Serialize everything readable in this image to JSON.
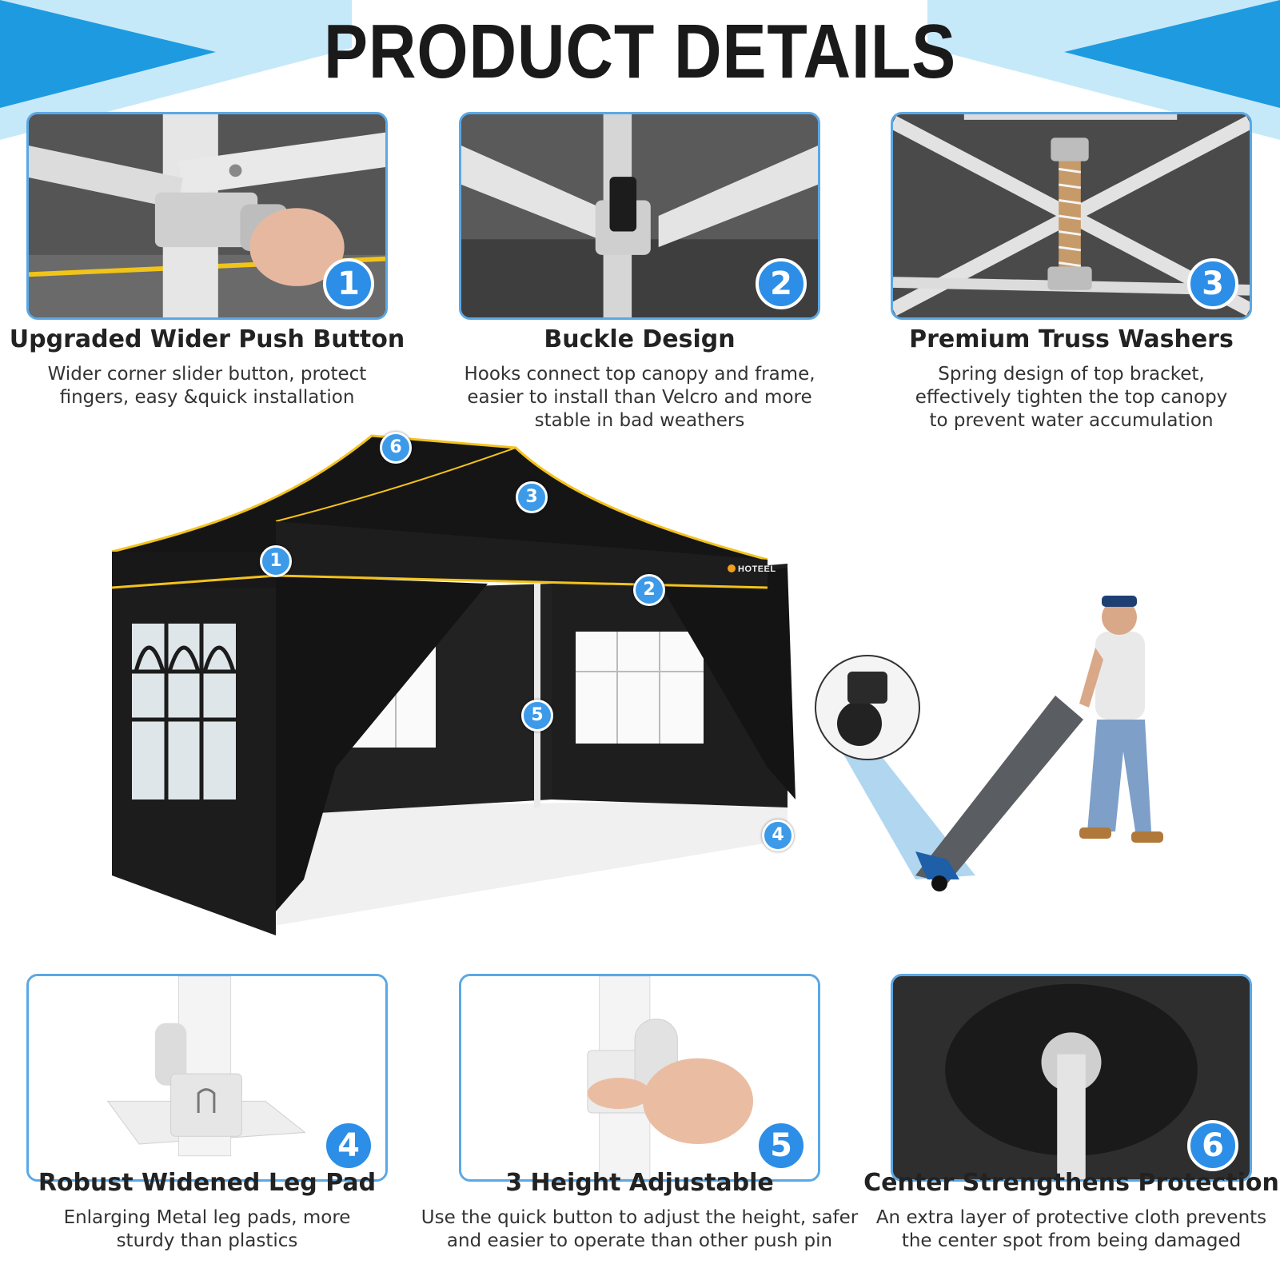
{
  "header": {
    "title": "PRODUCT DETAILS",
    "accent_light": "#bfe6f8",
    "accent_dark": "#1e9be0"
  },
  "features": [
    {
      "number": "1",
      "title": "Upgraded Wider Push Button",
      "desc_lines": [
        "Wider corner slider button, protect",
        "fingers, easy &quick installation"
      ],
      "image": "push-button-photo"
    },
    {
      "number": "2",
      "title": "Buckle Design",
      "desc_lines": [
        "Hooks connect top canopy and frame,",
        "easier to install than Velcro and more",
        "stable in bad weathers"
      ],
      "image": "buckle-photo"
    },
    {
      "number": "3",
      "title": "Premium Truss Washers",
      "desc_lines": [
        "Spring design of top bracket,",
        "effectively tighten the top canopy",
        "to prevent water accumulation"
      ],
      "image": "truss-washer-photo"
    },
    {
      "number": "4",
      "title": "Robust Widened Leg Pad",
      "desc_lines": [
        "Enlarging Metal leg pads, more",
        "sturdy than plastics"
      ],
      "image": "leg-pad-photo"
    },
    {
      "number": "5",
      "title": "3 Height Adjustable",
      "desc_lines": [
        "Use the quick button to adjust the height, safer",
        "and easier to operate than other push pin"
      ],
      "image": "height-adjust-photo"
    },
    {
      "number": "6",
      "title": "Center Strengthens Protection",
      "desc_lines": [
        "An extra layer of protective cloth prevents",
        "the center spot from being damaged"
      ],
      "image": "center-protection-photo"
    }
  ],
  "tent": {
    "brand": "HOTEEL",
    "markers": [
      "6",
      "3",
      "1",
      "2",
      "5",
      "4"
    ],
    "canopy_color": "#1b1b1b",
    "trim_color": "#f3c21c",
    "marker_color": "#3d9ae8"
  },
  "carry_bag": {
    "image": "person-with-wheeled-carry-bag",
    "bag_color": "#55585c",
    "accent_color": "#1f5fa8"
  }
}
